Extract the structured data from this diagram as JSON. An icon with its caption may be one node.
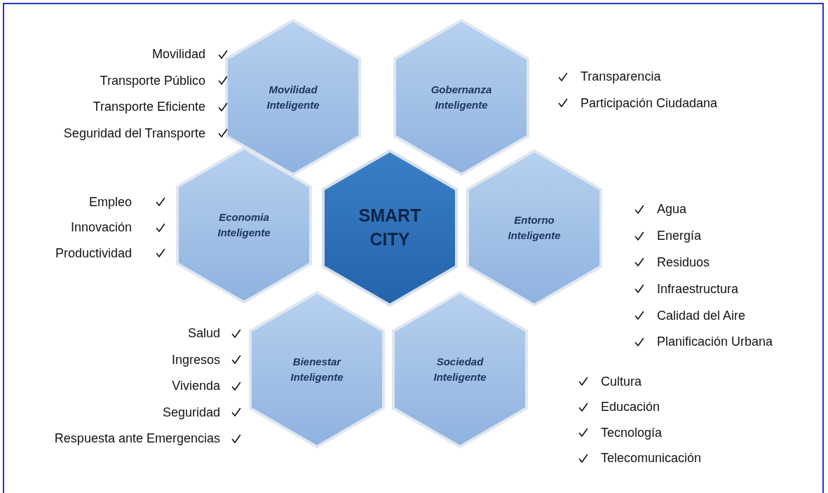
{
  "diagram": {
    "nodes": [
      {
        "text": [
          "Movilidad Inteligente"
        ],
        "beside": [
          "Movilidad",
          "Transporte Público",
          "Transporte Eficiente",
          "Seguridad del Transporte"
        ]
      },
      {
        "text": [
          "Gobernanza Inteligente"
        ],
        "beside": [
          "Transparencia",
          "Participación Ciudadana"
        ]
      },
      {
        "text": [
          "Economia Inteligente"
        ],
        "beside": [
          "Empleo",
          "Innovación",
          "Productividad"
        ]
      },
      {
        "text": [
          "SMART CITY"
        ]
      },
      {
        "text": [
          "Entorno Inteligente"
        ],
        "beside": [
          "Agua",
          "Energía",
          "Residuos",
          "Infraestructura",
          "Calidad del Aire",
          "Planificación Urbana"
        ]
      },
      {
        "text": [
          "Bienestar Inteligente"
        ],
        "beside": [
          "Salud",
          "Ingresos",
          "Vivienda",
          "Seguridad",
          "Respuesta ante Emergencias"
        ]
      },
      {
        "text": [
          "Sociedad Inteligente"
        ],
        "beside": [
          "Cultura",
          "Educación",
          "Tecnología",
          "Telecomunicación"
        ]
      }
    ]
  }
}
